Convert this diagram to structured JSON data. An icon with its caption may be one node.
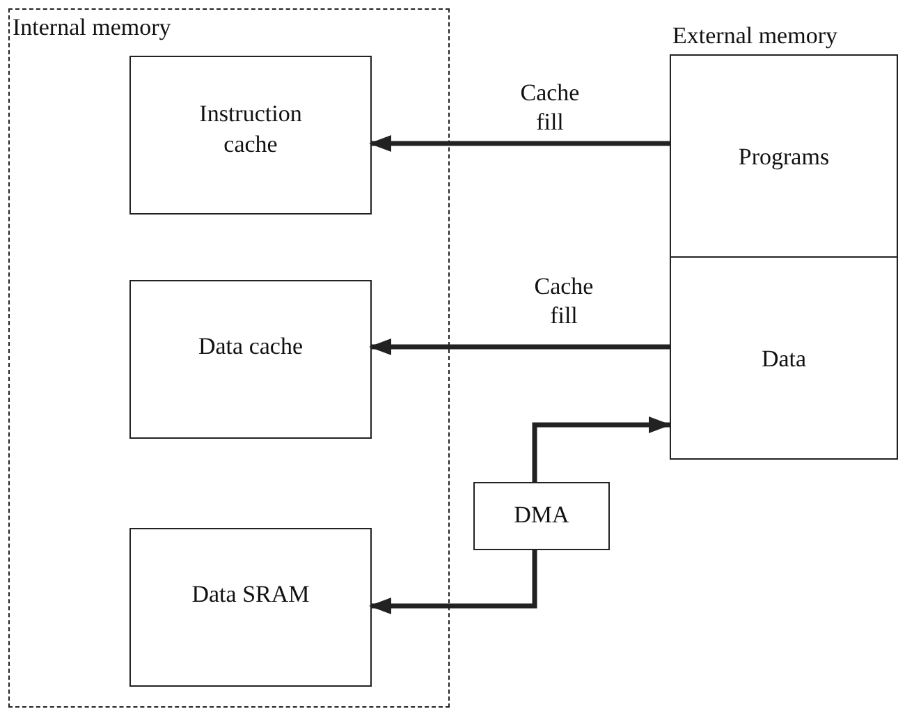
{
  "diagram": {
    "nodes": [
      {
        "text": [
          "Internal memory"
        ]
      },
      {
        "text": [
          "Instruction cache"
        ],
        "in": 0
      },
      {
        "text": [
          "Data cache"
        ],
        "in": 0
      },
      {
        "text": [
          "Data SRAM"
        ],
        "in": 0
      },
      {
        "text": [
          "External memory"
        ]
      },
      {
        "text": [
          "Programs"
        ],
        "in": 4
      },
      {
        "text": [
          "Data"
        ],
        "in": 4
      },
      {
        "text": [
          "DMA"
        ]
      }
    ],
    "edges": [
      {
        "from": 5,
        "to": 1,
        "arrow": "to",
        "label": "Cache fill"
      },
      {
        "from": 6,
        "to": 2,
        "arrow": "to",
        "label": "Cache fill"
      },
      {
        "from": 7,
        "to": 6,
        "arrow": "to"
      },
      {
        "from": 7,
        "to": 3,
        "arrow": "to"
      }
    ]
  }
}
